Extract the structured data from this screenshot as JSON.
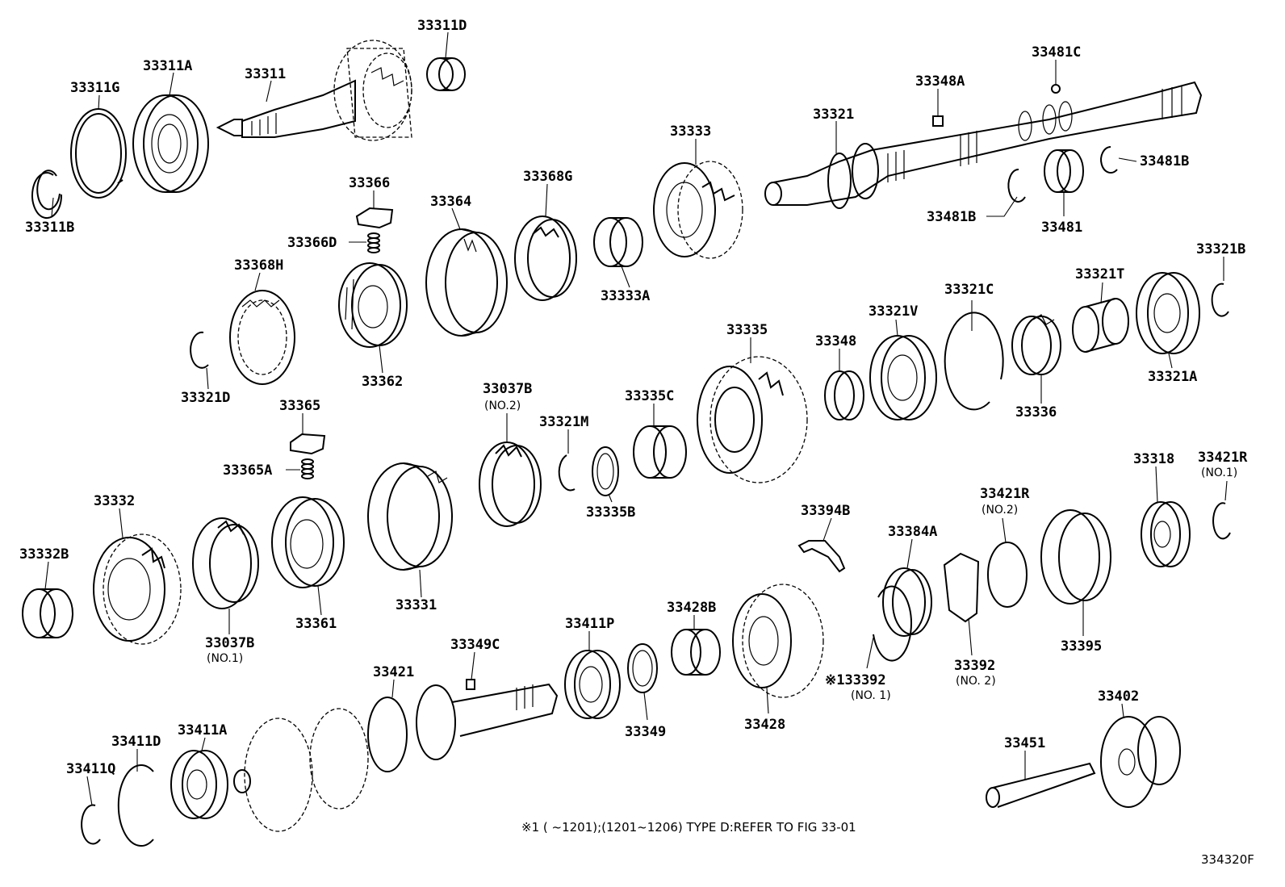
{
  "labels": {
    "p33311D": "33311D",
    "p33311A": "33311A",
    "p33311": "33311",
    "p33311G": "33311G",
    "p33311B": "33311B",
    "p33481C": "33481C",
    "p33348A": "33348A",
    "p33321": "33321",
    "p33333": "33333",
    "p33481B_r": "33481B",
    "p33481B_l": "33481B",
    "p33481": "33481",
    "p33366": "33366",
    "p33366D": "33366D",
    "p33364": "33364",
    "p33368G": "33368G",
    "p33368H": "33368H",
    "p33333A": "33333A",
    "p33362": "33362",
    "p33321D": "33321D",
    "p33321B": "33321B",
    "p33321T": "33321T",
    "p33321C": "33321C",
    "p33321V": "33321V",
    "p33335": "33335",
    "p33348": "33348",
    "p33321A": "33321A",
    "p33336": "33336",
    "p33365": "33365",
    "p33037B_no2": "33037B",
    "p33037B_no2_sub": "(NO.2)",
    "p33321M": "33321M",
    "p33335C": "33335C",
    "p33365A": "33365A",
    "p33335B": "33335B",
    "p33318": "33318",
    "p33421R_no1": "33421R",
    "p33421R_no1_sub": "(NO.1)",
    "p33332": "33332",
    "p33394B": "33394B",
    "p33421R_no2": "33421R",
    "p33421R_no2_sub": "(NO.2)",
    "p33384A": "33384A",
    "p33332B": "33332B",
    "p33331": "33331",
    "p33361": "33361",
    "p33037B_no1": "33037B",
    "p33037B_no1_sub": "(NO.1)",
    "p33395": "33395",
    "p33411P": "33411P",
    "p33428B": "33428B",
    "p33349C": "33349C",
    "p33421": "33421",
    "p33392_no1": "※133392",
    "p33392_no1_sub": "(NO. 1)",
    "p33392_no2": "33392",
    "p33392_no2_sub": "(NO. 2)",
    "p33402": "33402",
    "p33349": "33349",
    "p33428": "33428",
    "p33411D": "33411D",
    "p33411A": "33411A",
    "p33411Q": "33411Q",
    "p33451": "33451"
  },
  "footnote": "※1 (      ~1201);(1201~1206) TYPE D:REFER TO FIG 33-01",
  "figure_code": "334320F"
}
